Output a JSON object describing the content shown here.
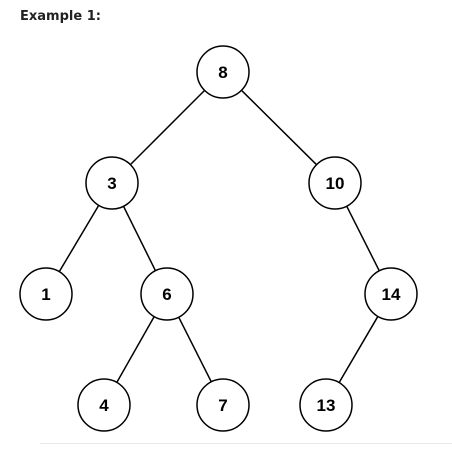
{
  "example_title": "Example 1:",
  "tree": {
    "nodes": [
      {
        "id": "n8",
        "label": "8"
      },
      {
        "id": "n3",
        "label": "3"
      },
      {
        "id": "n10",
        "label": "10"
      },
      {
        "id": "n1",
        "label": "1"
      },
      {
        "id": "n6",
        "label": "6"
      },
      {
        "id": "n14",
        "label": "14"
      },
      {
        "id": "n4",
        "label": "4"
      },
      {
        "id": "n7",
        "label": "7"
      },
      {
        "id": "n13",
        "label": "13"
      }
    ],
    "edges": [
      [
        "n8",
        "n3"
      ],
      [
        "n8",
        "n10"
      ],
      [
        "n3",
        "n1"
      ],
      [
        "n3",
        "n6"
      ],
      [
        "n10",
        "n14"
      ],
      [
        "n6",
        "n4"
      ],
      [
        "n6",
        "n7"
      ],
      [
        "n14",
        "n13"
      ]
    ],
    "stroke_color": "#000000",
    "node_fill": "#ffffff"
  }
}
